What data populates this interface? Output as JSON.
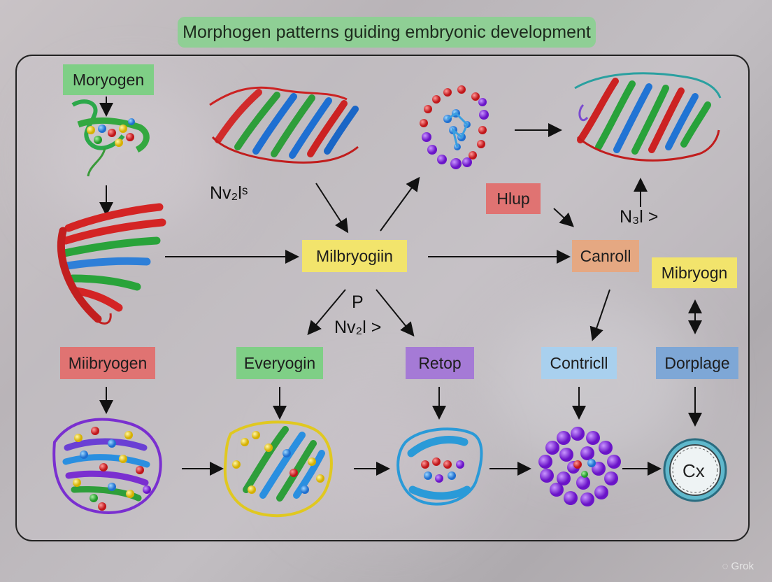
{
  "title": "Morphogen patterns guiding embryonic development",
  "labels": {
    "moryogen": "Moryogen",
    "milbryogiin": "Milbryogiin",
    "hlup": "Hlup",
    "canroll": "Canroll",
    "mibryogn": "Mibryogn",
    "miibryogen": "Miibryogen",
    "everyogin": "Everyogin",
    "retop": "Retop",
    "contricll": "Contricll",
    "dorplage": "Dorplage"
  },
  "annotations": {
    "nv2ls_top": "Nv₂lˢ",
    "n3l": "N₃l ˃",
    "p": "P",
    "nv2l": "Nv₂l ˃"
  },
  "cx_label": "Cx",
  "watermark": "Grok",
  "colors": {
    "green": "#7fcf86",
    "yellow": "#f2e46c",
    "red": "#e07372",
    "salmon": "#e5a882",
    "violet": "#a57ad6",
    "blue_light": "#a9d0ee",
    "blue": "#7ea7d6"
  }
}
